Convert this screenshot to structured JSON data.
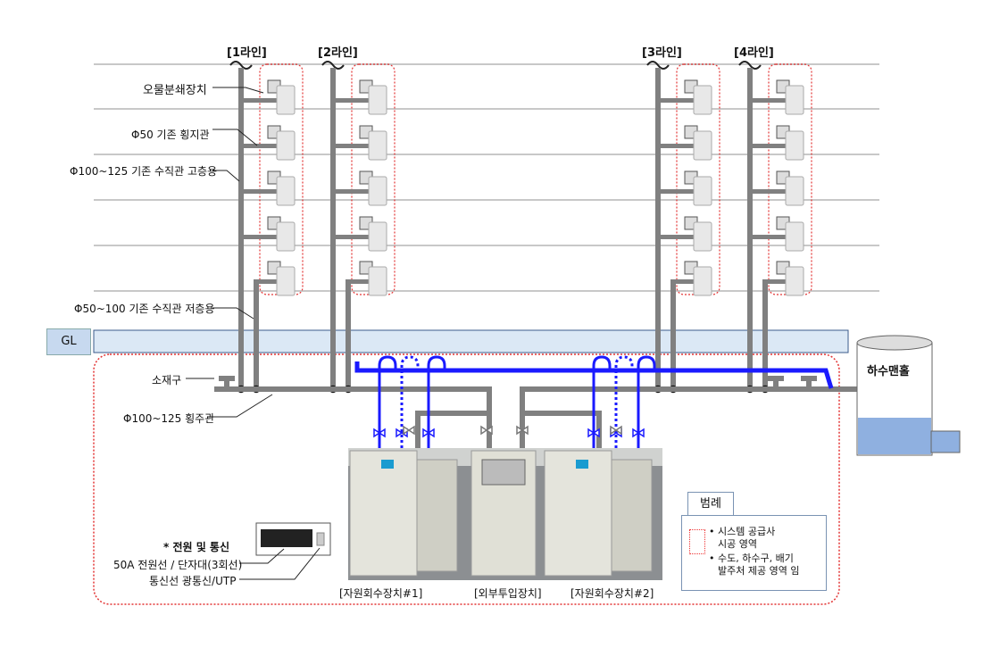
{
  "lines": [
    "[1라인]",
    "[2라인]",
    "[3라인]",
    "[4라인]"
  ],
  "labels": {
    "grinder": "오물분쇄장치",
    "branch_pipe": "Φ50 기존 횡지관",
    "riser_high": "Φ100~125 기존 수직관 고층용",
    "riser_low": "Φ50~100 기존 수직관 저층용",
    "gl": "GL",
    "cleanout": "소재구",
    "main_pipe": "Φ100~125 횡주관",
    "manhole": "하수맨홀"
  },
  "power": {
    "title": "* 전원 및 통신",
    "power_line": "50A 전원선 / 단자대(3회선)",
    "comm_line": "통신선 광통신/UTP"
  },
  "equipment": [
    "[자원회수장치#1]",
    "[외부투입장치]",
    "[자원회수장치#2]"
  ],
  "legend": {
    "title": "범례",
    "item1_line1": "• 시스템 공급사",
    "item1_line2": "시공 영역",
    "item2_line1": "• 수도, 하수구, 배기",
    "item2_line2": "발주처 제공 영역 임"
  },
  "colors": {
    "pipe": "#808080",
    "blue": "#1a1aff",
    "red_dotted": "#e33333",
    "gl": "#dbe8f5"
  }
}
